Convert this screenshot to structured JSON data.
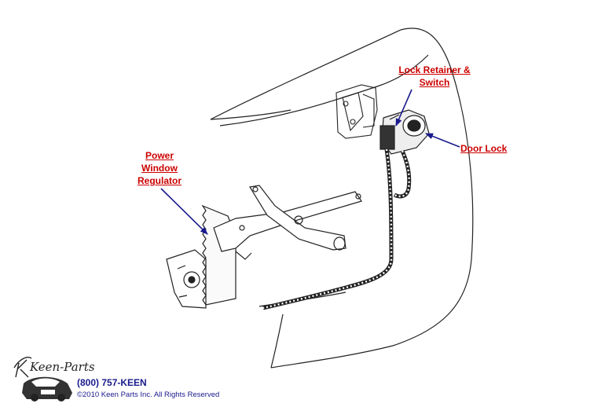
{
  "labels": {
    "lock_retainer_line1": "Lock Retainer &",
    "lock_retainer_line2": "Switch",
    "door_lock": "Door Lock",
    "power_line1": "Power",
    "power_line2": "Window",
    "power_line3": "Regulator"
  },
  "footer": {
    "phone": "(800) 757-KEEN",
    "copyright": "©2010 Keen Parts Inc. All Rights Reserved"
  },
  "colors": {
    "callout_text": "#cc0000",
    "arrow": "#1a1a8c",
    "line_art": "#222222"
  }
}
